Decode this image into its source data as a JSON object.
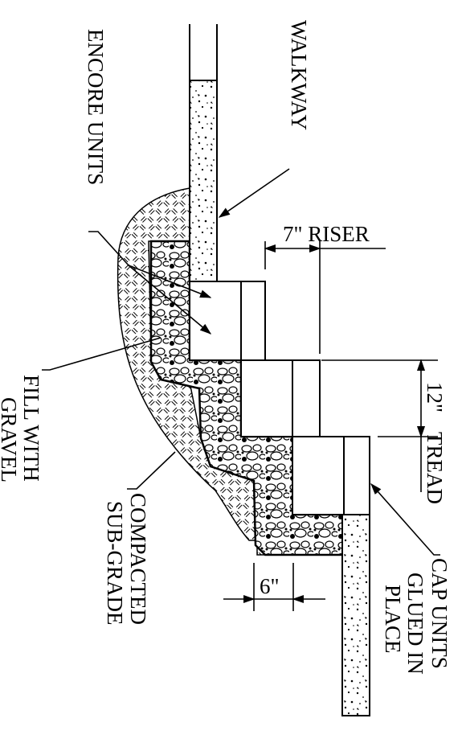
{
  "labels": {
    "walkway": "WALKWAY",
    "encore_units": "ENCORE UNITS",
    "riser": "7\" RISER",
    "tread_dim": "12\"",
    "tread": "TREAD",
    "fill_line1": "FILL WITH",
    "fill_line2": "GRAVEL",
    "compacted_line1": "COMPACTED",
    "compacted_line2": "SUB-GRADE",
    "six_inch": "6\"",
    "cap_line1": "CAP UNITS",
    "cap_line2": "GLUED IN",
    "cap_line3": "PLACE"
  }
}
